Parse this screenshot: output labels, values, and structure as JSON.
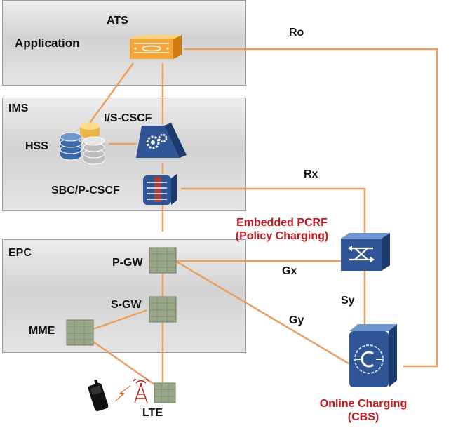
{
  "zones": {
    "application": "Application",
    "ims": "IMS",
    "epc": "EPC"
  },
  "nodes": {
    "ats": "ATS",
    "iscscf": "I/S-CSCF",
    "hss": "HSS",
    "sbc": "SBC/P-CSCF",
    "pgw": "P-GW",
    "sgw": "S-GW",
    "mme": "MME",
    "lte": "LTE",
    "pcrf_line1": "Embedded PCRF",
    "pcrf_line2": "(Policy Charging)",
    "ocs_line1": "Online Charging",
    "ocs_line2": "(CBS)"
  },
  "interfaces": {
    "ro": "Ro",
    "rx": "Rx",
    "gx": "Gx",
    "gy": "Gy",
    "sy": "Sy"
  },
  "colors": {
    "link": "#e8a060",
    "highlight": "#c4161c",
    "device_blue": "#2a4a86",
    "ats_orange": "#f0a030"
  }
}
